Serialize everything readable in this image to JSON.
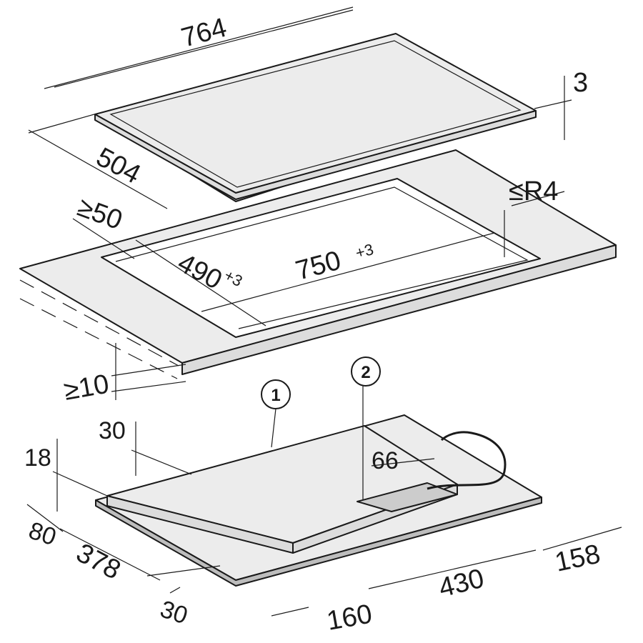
{
  "colors": {
    "line": "#1a1a1a",
    "surface_light": "#ececec",
    "surface_mid": "#dcdcdc",
    "surface_dark": "#bdbdbd",
    "background": "#ffffff"
  },
  "hob": {
    "width": "764",
    "depth": "504",
    "thickness": "3"
  },
  "cutout": {
    "edge_distance": "≥50",
    "depth": "490",
    "depth_tol": "+3",
    "width": "750",
    "width_tol": "+3",
    "corner_radius": "≤R4"
  },
  "worktop": {
    "clearance": "≥10"
  },
  "underside": {
    "height_1": "30",
    "height_2": "18",
    "cable_dim": "66",
    "front_offset": "80",
    "body_depth": "378",
    "front_gap": "30",
    "left_offset": "160",
    "box_width": "430",
    "right_offset": "158"
  },
  "callouts": [
    "1",
    "2"
  ]
}
